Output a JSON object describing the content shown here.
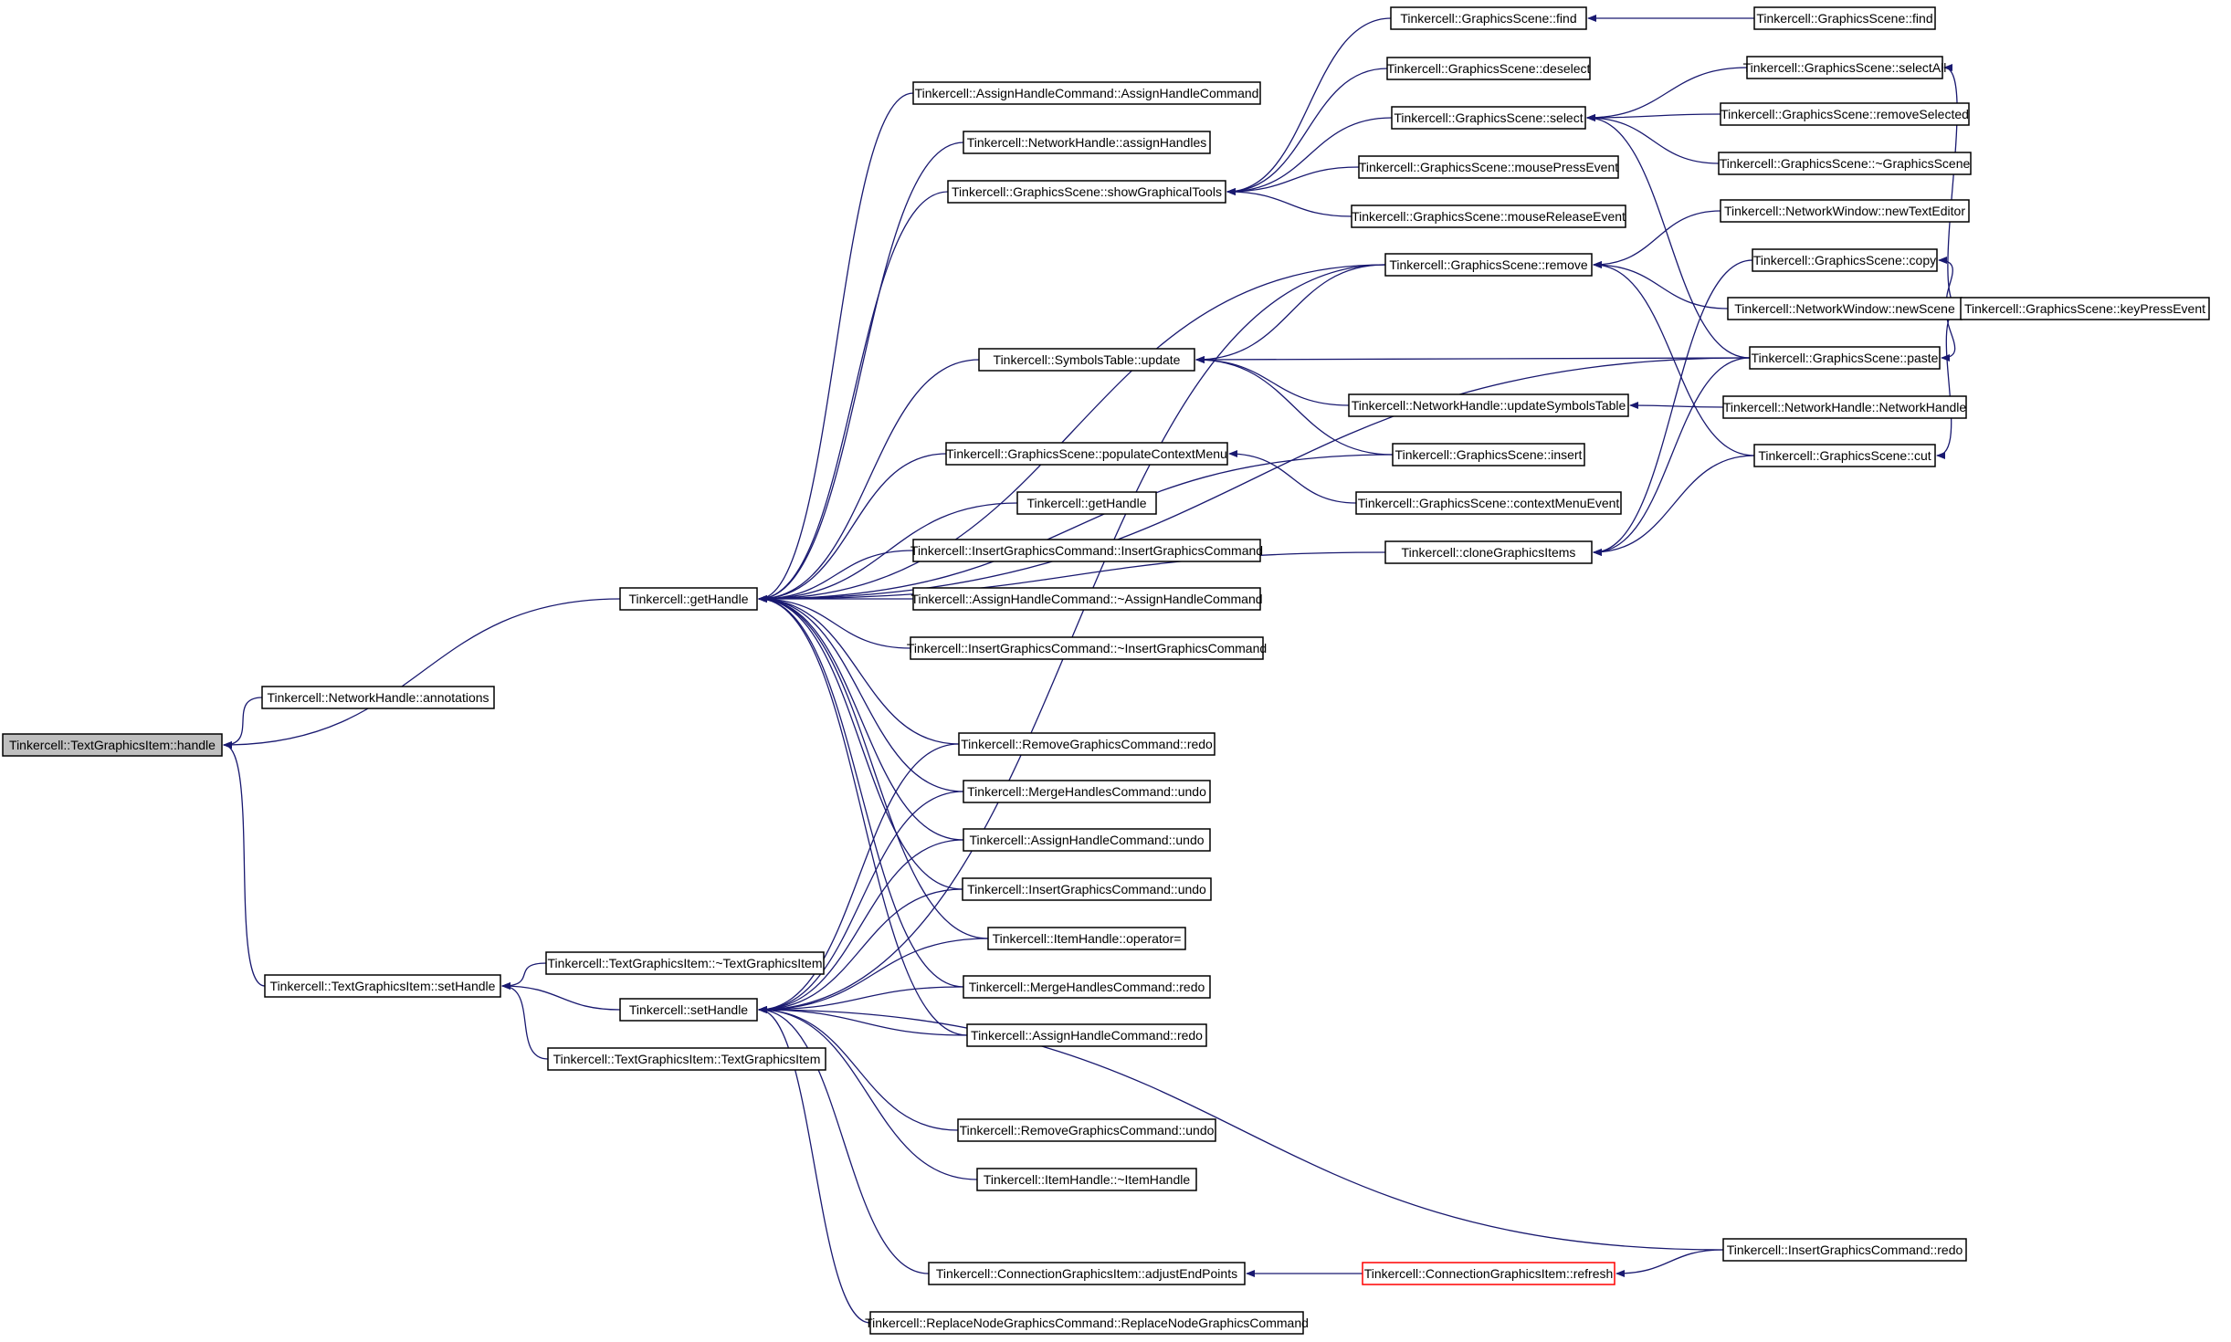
{
  "diagram": {
    "type": "call-graph",
    "colors": {
      "edge": "#191970",
      "node_border": "#000000",
      "root_fill": "#bfbfbf",
      "highlight_border": "#ff0000",
      "background": "#ffffff"
    },
    "nodes": [
      {
        "id": "n0",
        "label": "Tinkercell::TextGraphicsItem::handle",
        "style": "root"
      },
      {
        "id": "n1",
        "label": "Tinkercell::NetworkHandle::annotations"
      },
      {
        "id": "n2",
        "label": "Tinkercell::getHandle"
      },
      {
        "id": "n3",
        "label": "Tinkercell::TextGraphicsItem::setHandle"
      },
      {
        "id": "n4",
        "label": "Tinkercell::TextGraphicsItem::~TextGraphicsItem"
      },
      {
        "id": "n5",
        "label": "Tinkercell::setHandle"
      },
      {
        "id": "n6",
        "label": "Tinkercell::TextGraphicsItem::TextGraphicsItem"
      },
      {
        "id": "n7",
        "label": "Tinkercell::AssignHandleCommand::AssignHandleCommand"
      },
      {
        "id": "n8",
        "label": "Tinkercell::NetworkHandle::assignHandles"
      },
      {
        "id": "n9",
        "label": "Tinkercell::GraphicsScene::showGraphicalTools"
      },
      {
        "id": "n10",
        "label": "Tinkercell::SymbolsTable::update"
      },
      {
        "id": "n11",
        "label": "Tinkercell::GraphicsScene::populateContextMenu"
      },
      {
        "id": "n12",
        "label": "Tinkercell::getHandle"
      },
      {
        "id": "n13",
        "label": "Tinkercell::InsertGraphicsCommand::InsertGraphicsCommand"
      },
      {
        "id": "n14",
        "label": "Tinkercell::AssignHandleCommand::~AssignHandleCommand"
      },
      {
        "id": "n15",
        "label": "Tinkercell::InsertGraphicsCommand::~InsertGraphicsCommand"
      },
      {
        "id": "n16",
        "label": "Tinkercell::RemoveGraphicsCommand::redo"
      },
      {
        "id": "n17",
        "label": "Tinkercell::MergeHandlesCommand::undo"
      },
      {
        "id": "n18",
        "label": "Tinkercell::AssignHandleCommand::undo"
      },
      {
        "id": "n19",
        "label": "Tinkercell::InsertGraphicsCommand::undo"
      },
      {
        "id": "n20",
        "label": "Tinkercell::ItemHandle::operator="
      },
      {
        "id": "n21",
        "label": "Tinkercell::MergeHandlesCommand::redo"
      },
      {
        "id": "n22",
        "label": "Tinkercell::AssignHandleCommand::redo"
      },
      {
        "id": "n23",
        "label": "Tinkercell::RemoveGraphicsCommand::undo"
      },
      {
        "id": "n24",
        "label": "Tinkercell::ItemHandle::~ItemHandle"
      },
      {
        "id": "n25",
        "label": "Tinkercell::ConnectionGraphicsItem::adjustEndPoints"
      },
      {
        "id": "n26",
        "label": "Tinkercell::ReplaceNodeGraphicsCommand::ReplaceNodeGraphicsCommand"
      },
      {
        "id": "n27",
        "label": "Tinkercell::GraphicsScene::find"
      },
      {
        "id": "n28",
        "label": "Tinkercell::GraphicsScene::deselect"
      },
      {
        "id": "n29",
        "label": "Tinkercell::GraphicsScene::select"
      },
      {
        "id": "n30",
        "label": "Tinkercell::GraphicsScene::mousePressEvent"
      },
      {
        "id": "n31",
        "label": "Tinkercell::GraphicsScene::mouseReleaseEvent"
      },
      {
        "id": "n32",
        "label": "Tinkercell::GraphicsScene::remove"
      },
      {
        "id": "n33",
        "label": "Tinkercell::NetworkHandle::updateSymbolsTable"
      },
      {
        "id": "n34",
        "label": "Tinkercell::GraphicsScene::insert"
      },
      {
        "id": "n35",
        "label": "Tinkercell::GraphicsScene::contextMenuEvent"
      },
      {
        "id": "n36",
        "label": "Tinkercell::cloneGraphicsItems"
      },
      {
        "id": "n37",
        "label": "Tinkercell::ConnectionGraphicsItem::refresh",
        "style": "highlight"
      },
      {
        "id": "n38",
        "label": "Tinkercell::GraphicsScene::find"
      },
      {
        "id": "n39",
        "label": "Tinkercell::GraphicsScene::selectAll"
      },
      {
        "id": "n40",
        "label": "Tinkercell::GraphicsScene::removeSelected"
      },
      {
        "id": "n41",
        "label": "Tinkercell::GraphicsScene::~GraphicsScene"
      },
      {
        "id": "n42",
        "label": "Tinkercell::NetworkWindow::newTextEditor"
      },
      {
        "id": "n43",
        "label": "Tinkercell::GraphicsScene::copy"
      },
      {
        "id": "n44",
        "label": "Tinkercell::NetworkWindow::newScene"
      },
      {
        "id": "n45",
        "label": "Tinkercell::GraphicsScene::paste"
      },
      {
        "id": "n46",
        "label": "Tinkercell::NetworkHandle::NetworkHandle"
      },
      {
        "id": "n47",
        "label": "Tinkercell::GraphicsScene::cut"
      },
      {
        "id": "n48",
        "label": "Tinkercell::InsertGraphicsCommand::redo"
      },
      {
        "id": "n49",
        "label": "Tinkercell::GraphicsScene::keyPressEvent"
      }
    ],
    "edges": [
      {
        "from": "n1",
        "to": "n0"
      },
      {
        "from": "n2",
        "to": "n0"
      },
      {
        "from": "n3",
        "to": "n0"
      },
      {
        "from": "n4",
        "to": "n3"
      },
      {
        "from": "n5",
        "to": "n3"
      },
      {
        "from": "n6",
        "to": "n3"
      },
      {
        "from": "n7",
        "to": "n2"
      },
      {
        "from": "n8",
        "to": "n2"
      },
      {
        "from": "n9",
        "to": "n2"
      },
      {
        "from": "n32",
        "to": "n2"
      },
      {
        "from": "n45",
        "to": "n2"
      },
      {
        "from": "n10",
        "to": "n2"
      },
      {
        "from": "n34",
        "to": "n2"
      },
      {
        "from": "n11",
        "to": "n2"
      },
      {
        "from": "n12",
        "to": "n2"
      },
      {
        "from": "n13",
        "to": "n2"
      },
      {
        "from": "n14",
        "to": "n2"
      },
      {
        "from": "n15",
        "to": "n2"
      },
      {
        "from": "n36",
        "to": "n2"
      },
      {
        "from": "n16",
        "to": "n2"
      },
      {
        "from": "n17",
        "to": "n2"
      },
      {
        "from": "n18",
        "to": "n2"
      },
      {
        "from": "n19",
        "to": "n2"
      },
      {
        "from": "n20",
        "to": "n2"
      },
      {
        "from": "n21",
        "to": "n2"
      },
      {
        "from": "n22",
        "to": "n2"
      },
      {
        "from": "n16",
        "to": "n5"
      },
      {
        "from": "n17",
        "to": "n5"
      },
      {
        "from": "n18",
        "to": "n5"
      },
      {
        "from": "n19",
        "to": "n5"
      },
      {
        "from": "n20",
        "to": "n5"
      },
      {
        "from": "n21",
        "to": "n5"
      },
      {
        "from": "n22",
        "to": "n5"
      },
      {
        "from": "n32",
        "to": "n5"
      },
      {
        "from": "n23",
        "to": "n5"
      },
      {
        "from": "n24",
        "to": "n5"
      },
      {
        "from": "n48",
        "to": "n5"
      },
      {
        "from": "n25",
        "to": "n5"
      },
      {
        "from": "n26",
        "to": "n5"
      },
      {
        "from": "n27",
        "to": "n9"
      },
      {
        "from": "n28",
        "to": "n9"
      },
      {
        "from": "n29",
        "to": "n9"
      },
      {
        "from": "n30",
        "to": "n9"
      },
      {
        "from": "n31",
        "to": "n9"
      },
      {
        "from": "n32",
        "to": "n10"
      },
      {
        "from": "n45",
        "to": "n10"
      },
      {
        "from": "n33",
        "to": "n10"
      },
      {
        "from": "n34",
        "to": "n10"
      },
      {
        "from": "n35",
        "to": "n11"
      },
      {
        "from": "n37",
        "to": "n25"
      },
      {
        "from": "n48",
        "to": "n37"
      },
      {
        "from": "n38",
        "to": "n27"
      },
      {
        "from": "n39",
        "to": "n29"
      },
      {
        "from": "n40",
        "to": "n29"
      },
      {
        "from": "n41",
        "to": "n29"
      },
      {
        "from": "n45",
        "to": "n29"
      },
      {
        "from": "n42",
        "to": "n32"
      },
      {
        "from": "n44",
        "to": "n32"
      },
      {
        "from": "n47",
        "to": "n32"
      },
      {
        "from": "n46",
        "to": "n33"
      },
      {
        "from": "n43",
        "to": "n36"
      },
      {
        "from": "n45",
        "to": "n36"
      },
      {
        "from": "n47",
        "to": "n36"
      },
      {
        "from": "n49",
        "to": "n39"
      },
      {
        "from": "n49",
        "to": "n43"
      },
      {
        "from": "n49",
        "to": "n45"
      },
      {
        "from": "n49",
        "to": "n47"
      }
    ]
  }
}
